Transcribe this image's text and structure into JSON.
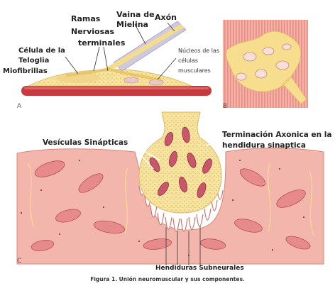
{
  "panel_a": {
    "letter": "A",
    "labels": {
      "ramas": "Ramas",
      "nerviosas": "Nerviosas",
      "terminales": "terminales",
      "vaina": "Vaina de",
      "mielina": "Mielina",
      "axon": "Axón",
      "celula": "Célula de la",
      "teloglia": "Teloglia",
      "miofibrillas": "Miofibrillas",
      "nucleos_1": "Núcleos de las",
      "nucleos_2": "células",
      "nucleos_3": "musculares"
    }
  },
  "panel_b": {
    "letter": "B"
  },
  "panel_c": {
    "letter": "C",
    "labels": {
      "vesiculas": "Vesículas Sinápticas",
      "terminacion_1": "Terminación Axonica en la",
      "terminacion_2": "hendidura sinaptica",
      "hendiduras": "Hendiduras Subneurales"
    }
  },
  "caption": "Figura 1. Unión neuromuscular y sus componentes.",
  "colors": {
    "muscle": "#f3b6ad",
    "muscle_dark": "#d9857a",
    "terminal": "#f8e7a6",
    "mito": "#c9576b",
    "fiber": "#c43a3f",
    "myelin": "#c9c3d9"
  }
}
